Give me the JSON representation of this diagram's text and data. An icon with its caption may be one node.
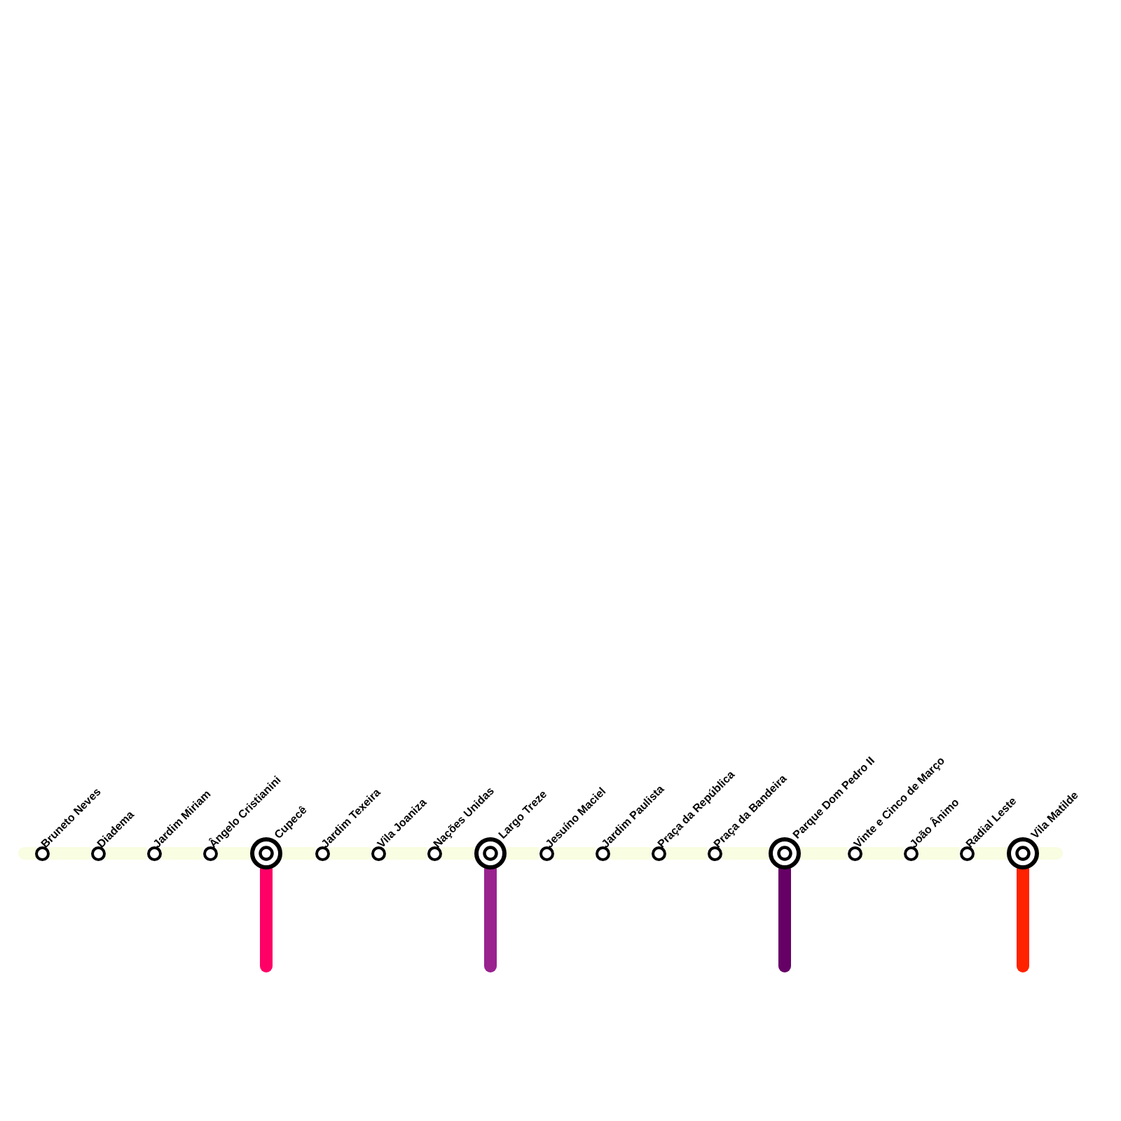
{
  "diagram": {
    "nodes": [
      {
        "text": [
          "Bruneto Neves"
        ]
      },
      {
        "text": [
          "Diadema"
        ]
      },
      {
        "text": [
          "Jardim Miriam"
        ]
      },
      {
        "text": [
          "Ângelo Cristianini"
        ]
      },
      {
        "text": [
          "Cupecê"
        ]
      },
      {
        "text": [
          "Jardim Texeira"
        ]
      },
      {
        "text": [
          "Vila Joaniza"
        ]
      },
      {
        "text": [
          "Nações Unidas"
        ]
      },
      {
        "text": [
          "Largo Treze"
        ]
      },
      {
        "text": [
          "Jesuíno Maciel"
        ]
      },
      {
        "text": [
          "Jardim Paulista"
        ]
      },
      {
        "text": [
          "Praça da República"
        ]
      },
      {
        "text": [
          "Praça da Bandeira"
        ]
      },
      {
        "text": [
          "Parque Dom Pedro II"
        ]
      },
      {
        "text": [
          "Vinte e Cinco de Março"
        ]
      },
      {
        "text": [
          "João Ânimo"
        ]
      },
      {
        "text": [
          "Radial Leste"
        ]
      },
      {
        "text": [
          "Vila Matilde"
        ]
      }
    ],
    "edges": [
      {
        "from": 0,
        "to": 1,
        "arrow": "none"
      },
      {
        "from": 1,
        "to": 2,
        "arrow": "none"
      },
      {
        "from": 2,
        "to": 3,
        "arrow": "none"
      },
      {
        "from": 3,
        "to": 4,
        "arrow": "none"
      },
      {
        "from": 4,
        "to": 5,
        "arrow": "none"
      },
      {
        "from": 5,
        "to": 6,
        "arrow": "none"
      },
      {
        "from": 6,
        "to": 7,
        "arrow": "none"
      },
      {
        "from": 7,
        "to": 8,
        "arrow": "none"
      },
      {
        "from": 8,
        "to": 9,
        "arrow": "none"
      },
      {
        "from": 9,
        "to": 10,
        "arrow": "none"
      },
      {
        "from": 10,
        "to": 11,
        "arrow": "none"
      },
      {
        "from": 11,
        "to": 12,
        "arrow": "none"
      },
      {
        "from": 12,
        "to": 13,
        "arrow": "none"
      },
      {
        "from": 13,
        "to": 14,
        "arrow": "none"
      },
      {
        "from": 14,
        "to": 15,
        "arrow": "none"
      },
      {
        "from": 15,
        "to": 16,
        "arrow": "none"
      },
      {
        "from": 16,
        "to": 17,
        "arrow": "none"
      },
      {
        "from": 4,
        "to": null,
        "arrow": "none",
        "color": "#ff0066"
      },
      {
        "from": 8,
        "to": null,
        "arrow": "none",
        "color": "#99228f"
      },
      {
        "from": 13,
        "to": null,
        "arrow": "none",
        "color": "#660066"
      },
      {
        "from": 17,
        "to": null,
        "arrow": "none",
        "color": "#ff2200"
      }
    ]
  }
}
